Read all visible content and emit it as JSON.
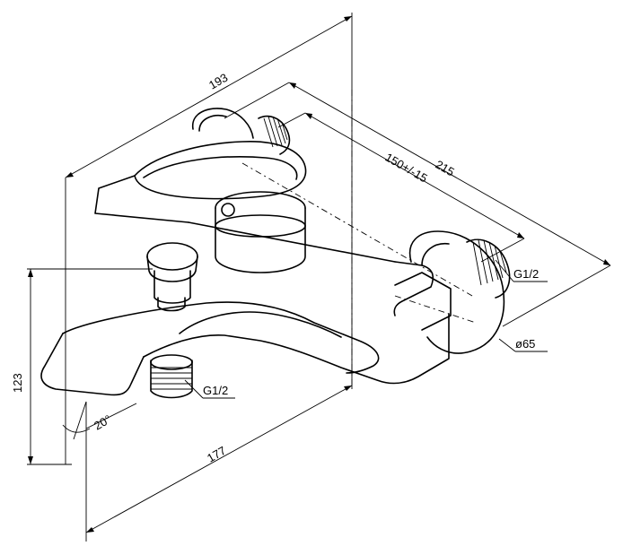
{
  "dimensions": {
    "overall_depth": "193",
    "depth_with_eccentrics": "215",
    "center_distance": "150+/-15",
    "height": "123",
    "spout_length": "177",
    "spout_angle": "20°"
  },
  "connections": {
    "wall_thread": "G1/2",
    "spout_thread": "G1/2",
    "flange_diameter": "ø65"
  }
}
